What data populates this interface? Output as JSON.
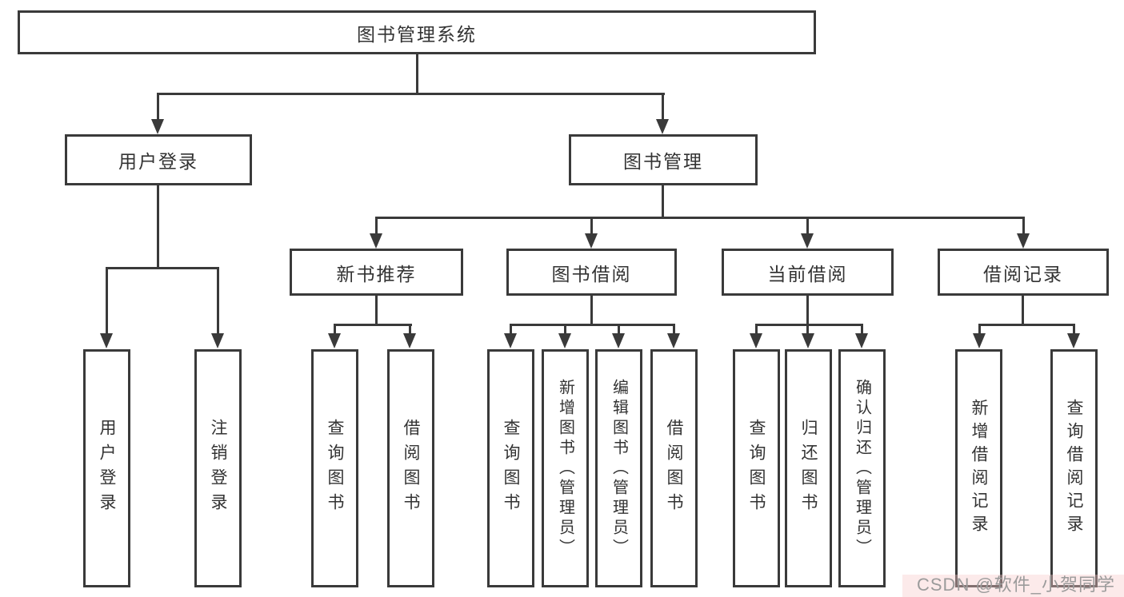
{
  "tree": {
    "root": "图书管理系统",
    "level2": [
      "用户登录",
      "图书管理"
    ],
    "level3": [
      "新书推荐",
      "图书借阅",
      "当前借阅",
      "借阅记录"
    ],
    "leaves": {
      "user_login": [
        "用户登录",
        "注销登录"
      ],
      "new_books": [
        "查询图书",
        "借阅图书"
      ],
      "book_borrow": [
        "查询图书",
        "新增图书（管理员）",
        "编辑图书（管理员）",
        "借阅图书"
      ],
      "current_borrow": [
        "查询图书",
        "归还图书",
        "确认归还（管理员）"
      ],
      "borrow_records": [
        "新增借阅记录",
        "查询借阅记录"
      ]
    }
  },
  "watermark": "CSDN @软件_小贺同学",
  "colors": {
    "line": "#3a3a3a",
    "text": "#333333",
    "background": "#ffffff",
    "watermark_text": "#9b9b9b",
    "watermark_band": "#f6c9c7"
  }
}
